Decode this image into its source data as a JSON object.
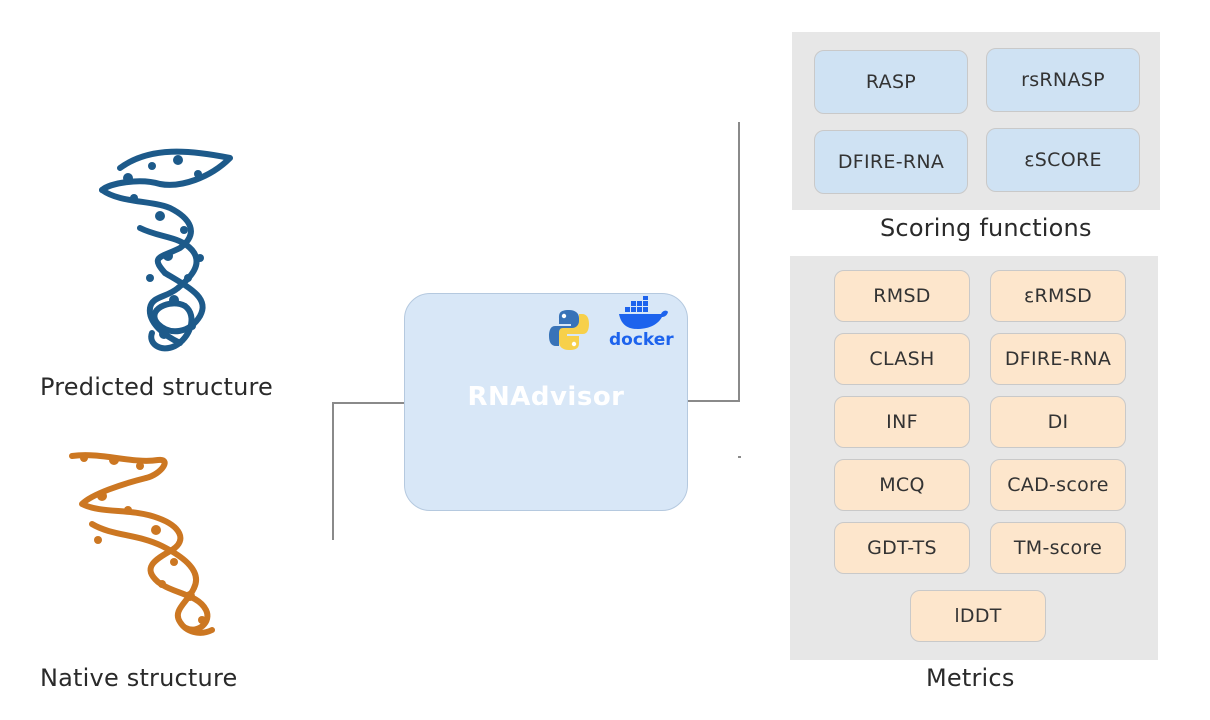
{
  "left": {
    "predicted_label": "Predicted structure",
    "native_label": "Native structure"
  },
  "hub": {
    "title": "RNAdvisor",
    "docker_text": "docker"
  },
  "scoring": {
    "caption": "Scoring functions",
    "items": [
      "RASP",
      "rsRNASP",
      "DFIRE-RNA",
      "εSCORE"
    ]
  },
  "metrics": {
    "caption": "Metrics",
    "items": [
      "RMSD",
      "εRMSD",
      "CLASH",
      "DFIRE-RNA",
      "INF",
      "DI",
      "MCQ",
      "CAD-score",
      "GDT-TS",
      "TM-score",
      "lDDT"
    ]
  },
  "colors": {
    "predicted": "#1d5a8a",
    "native": "#cc7722",
    "scoring_chip": "#cfe2f3",
    "metric_chip": "#fde6cc",
    "hub": "#d8e7f7",
    "panel": "#e7e7e7"
  }
}
